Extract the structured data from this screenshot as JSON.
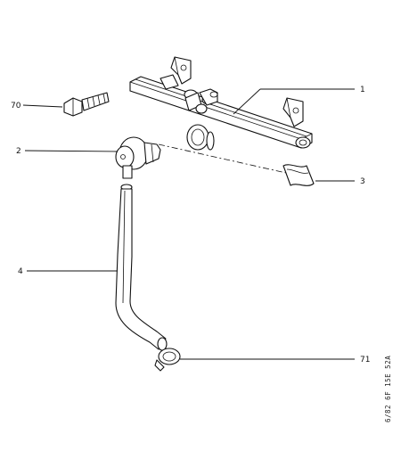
{
  "callouts": [
    {
      "id": "70",
      "label": "70"
    },
    {
      "id": "2",
      "label": "2"
    },
    {
      "id": "4",
      "label": "4"
    },
    {
      "id": "1",
      "label": "1"
    },
    {
      "id": "3",
      "label": "3"
    },
    {
      "id": "71",
      "label": "71"
    }
  ],
  "drawing_code": "6/82 6F 15E 52A"
}
